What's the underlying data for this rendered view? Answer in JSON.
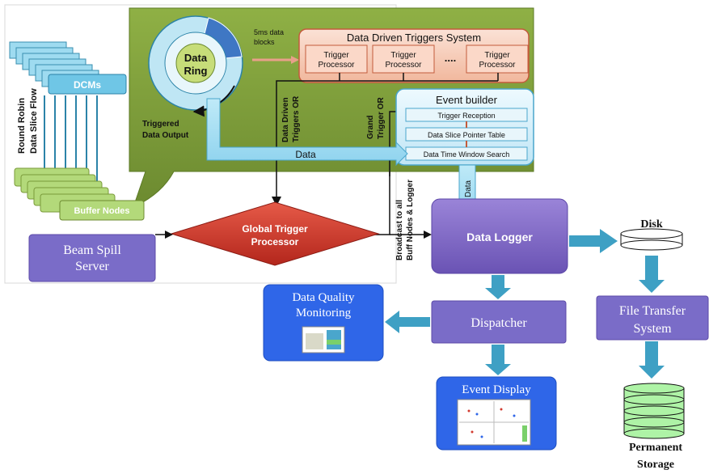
{
  "daq": {
    "dcms_label": "DCMs",
    "round_robin_line1": "Round Robin",
    "round_robin_line2": "Data Slice Flow",
    "buffer_nodes_label": "Buffer Nodes",
    "data_ring_line1": "Data",
    "data_ring_line2": "Ring",
    "blocks_line1": "5ms data",
    "blocks_line2": "blocks",
    "ddt_title": "Data Driven Triggers System",
    "trigger_processor_line1": "Trigger",
    "trigger_processor_line2": "Processor",
    "ellipsis": "....",
    "triggered_output_line1": "Triggered",
    "triggered_output_line2": "Data Output",
    "ddt_or_line1": "Data Driven",
    "ddt_or_line2": "Triggers OR",
    "grand_or_line1": "Grand",
    "grand_or_line2": "Trigger OR",
    "event_builder_title": "Event builder",
    "trigger_reception": "Trigger Reception",
    "pointer_table": "Data Slice Pointer Table",
    "time_window_search": "Data Time Window Search",
    "data_arrow_label": "Data",
    "data_down_label": "Data",
    "broadcast_line1": "Broadcast to all",
    "broadcast_line2": "Buff Nodes & Logger",
    "global_trigger_line1": "Global Trigger",
    "global_trigger_line2": "Processor",
    "beam_spill_line1": "Beam Spill",
    "beam_spill_line2": "Server",
    "data_logger": "Data Logger",
    "disk": "Disk",
    "dispatcher": "Dispatcher",
    "dqm_line1": "Data Quality",
    "dqm_line2": "Monitoring",
    "event_display": "Event Display",
    "fts_line1": "File Transfer",
    "fts_line2": "System",
    "storage_line1": "Permanent",
    "storage_line2": "Storage"
  },
  "colors": {
    "green_panel": "#7a9a3a",
    "cyan_arrow": "#3ea0c4",
    "purple_box": "#7b6bc6",
    "blue_box": "#2f66e8",
    "red_diamond": "#d23a2e",
    "ddt_box": "#f6c9b4",
    "storage_disk": "#aef3a6"
  }
}
